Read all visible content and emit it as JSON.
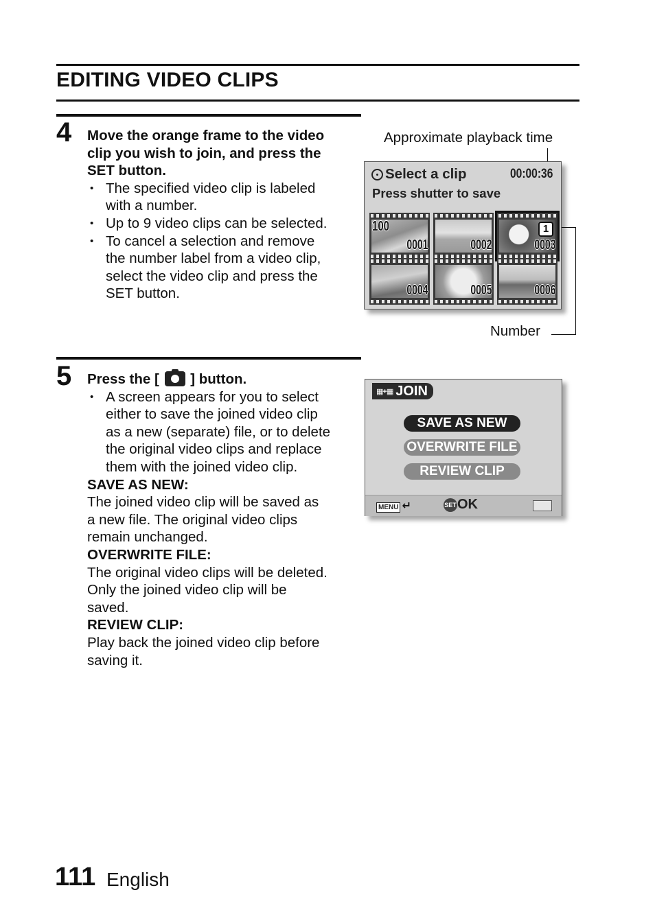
{
  "header": {
    "title": "EDITING VIDEO CLIPS"
  },
  "step4": {
    "number": "4",
    "lead_line1": "Move the orange frame to the video",
    "lead_line2": "clip you wish to join, and press the",
    "lead_line3": "SET button.",
    "bullet1_line1": "The specified video clip is labeled",
    "bullet1_line2": "with a number.",
    "bullet2_line1": "Up to 9 video clips can be selected.",
    "bullet3_line1": "To cancel a selection and remove",
    "bullet3_line2": "the number label from a video clip,",
    "bullet3_line3": "select the video clip and press the",
    "bullet3_line4": "SET button."
  },
  "screen1": {
    "callout_time": "Approximate playback time",
    "callout_number": "Number",
    "title": "Select a clip",
    "time": "00:00:36",
    "subtitle": "Press shutter to save",
    "folder": "100",
    "thumbs": [
      {
        "num": "0001"
      },
      {
        "num": "0002"
      },
      {
        "num": "0003",
        "label": "1"
      },
      {
        "num": "0004"
      },
      {
        "num": "0005"
      },
      {
        "num": "0006"
      }
    ]
  },
  "step5": {
    "number": "5",
    "lead_pre": "Press the [",
    "lead_post": "] button.",
    "bullet1_line1": "A screen appears for you to select",
    "bullet1_line2": "either to save the joined video clip",
    "bullet1_line3": "as a new (separate) file, or to delete",
    "bullet1_line4": "the original video clips and replace",
    "bullet1_line5": "them with the joined video clip.",
    "opt1_head": "SAVE AS NEW:",
    "opt1_line1": "The joined video clip will be saved as",
    "opt1_line2": "a new file. The original video clips",
    "opt1_line3": "remain unchanged.",
    "opt2_head": "OVERWRITE FILE:",
    "opt2_line1": "The original video clips will be deleted.",
    "opt2_line2": "Only the joined video clip will be",
    "opt2_line3": "saved.",
    "opt3_head": "REVIEW CLIP:",
    "opt3_line1": "Play back the joined video clip before",
    "opt3_line2": "saving it."
  },
  "screen2": {
    "tab": "JOIN",
    "btn_save": "SAVE AS NEW",
    "btn_overwrite": "OVERWRITE FILE",
    "btn_review": "REVIEW CLIP",
    "menu_key": "MENU",
    "set_key": "SET",
    "ok": "OK"
  },
  "footer": {
    "page_number": "111",
    "language": "English"
  }
}
